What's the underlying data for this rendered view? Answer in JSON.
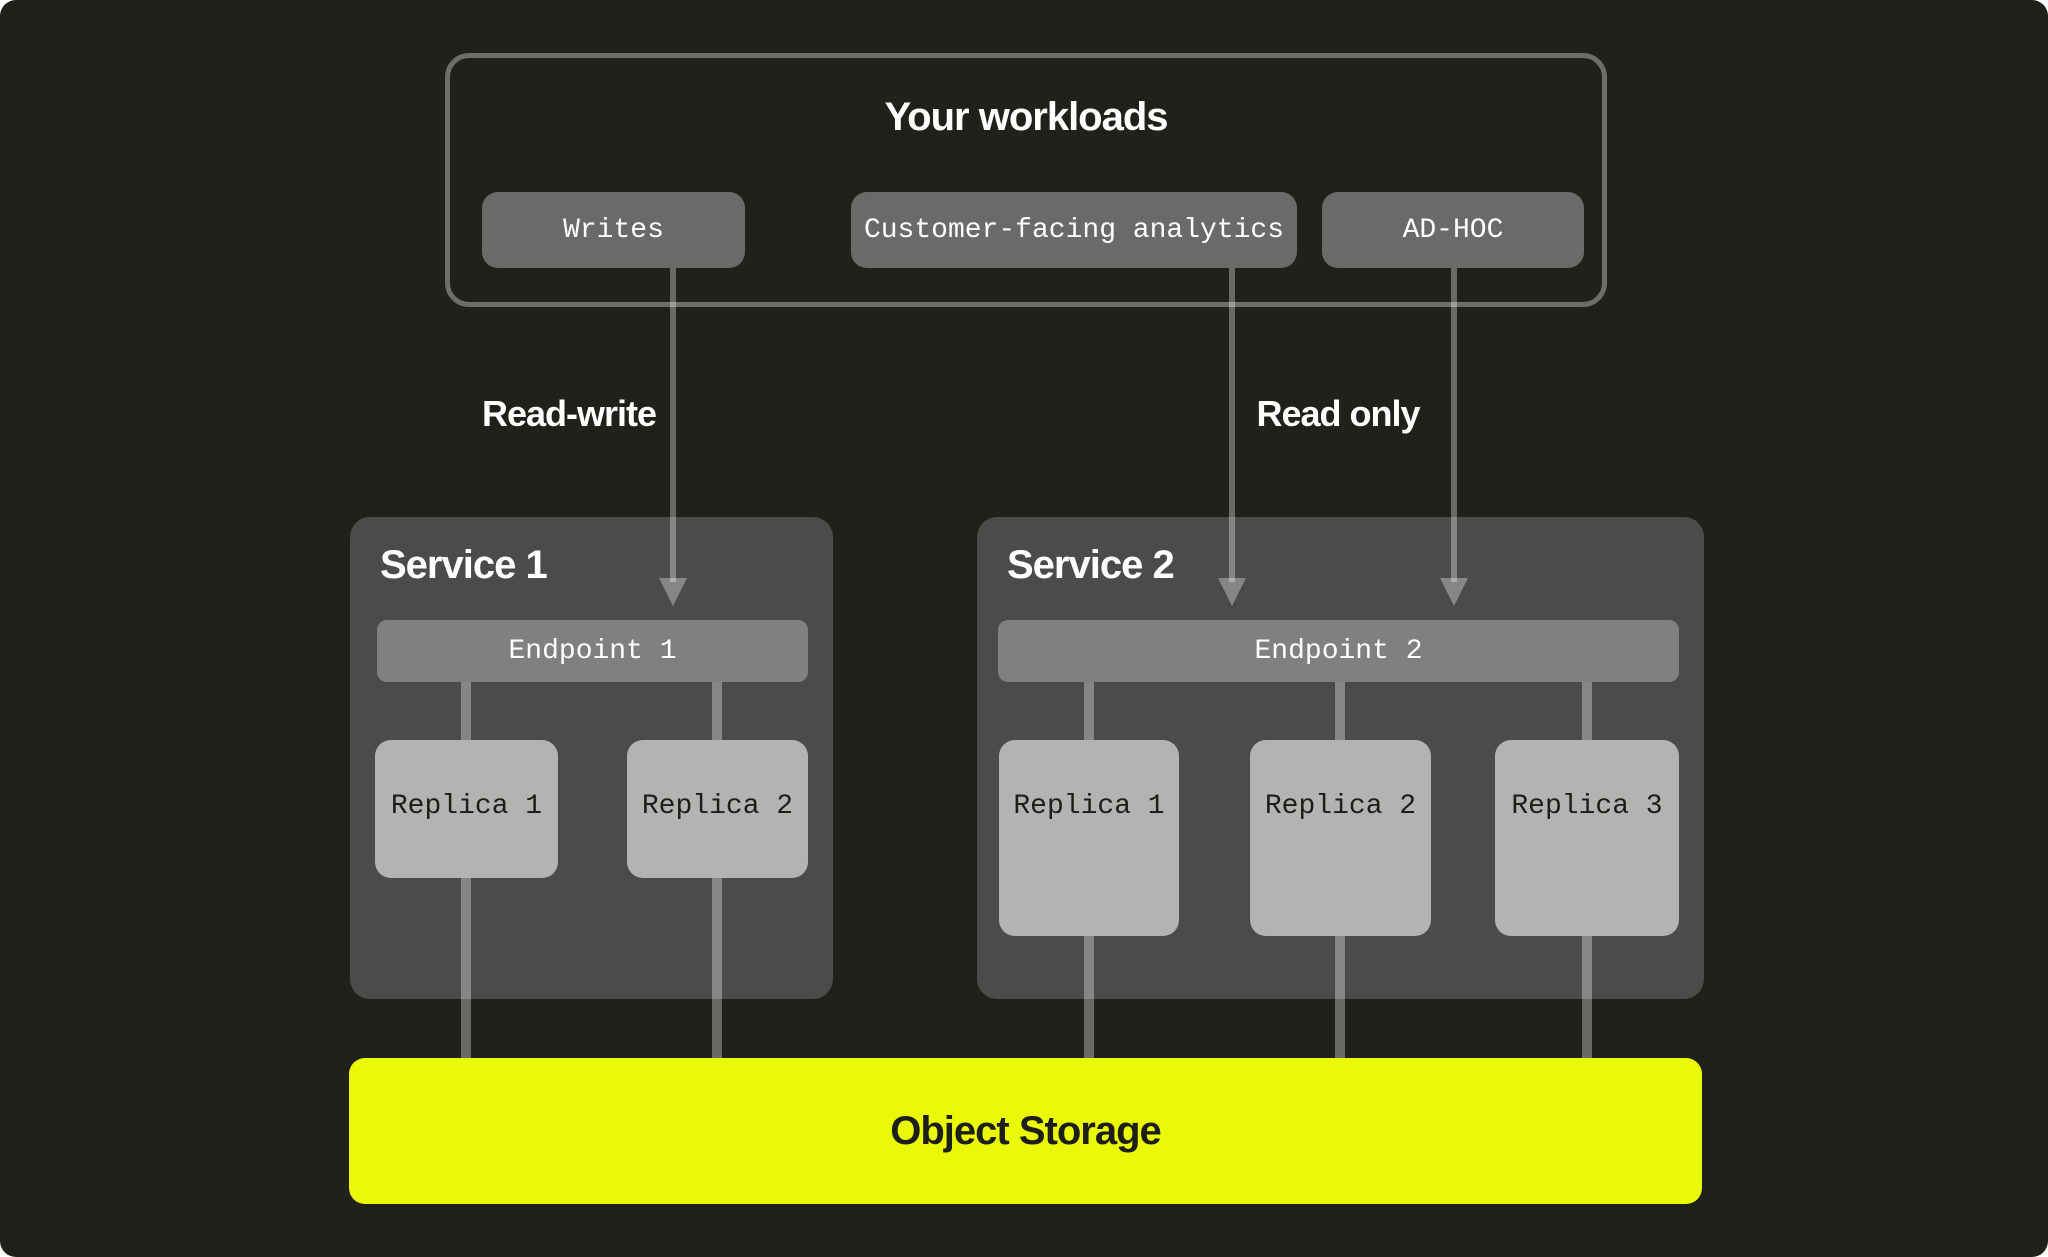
{
  "workloads": {
    "title": "Your workloads",
    "items": [
      {
        "label": "Writes"
      },
      {
        "label": "Customer-facing analytics"
      },
      {
        "label": "AD-HOC"
      }
    ]
  },
  "edges": {
    "read_write": "Read-write",
    "read_only": "Read only"
  },
  "services": [
    {
      "title": "Service 1",
      "endpoint": "Endpoint 1",
      "replicas": [
        "Replica 1",
        "Replica 2"
      ]
    },
    {
      "title": "Service 2",
      "endpoint": "Endpoint 2",
      "replicas": [
        "Replica 1",
        "Replica 2",
        "Replica 3"
      ]
    }
  ],
  "storage": {
    "label": "Object Storage"
  },
  "colors": {
    "bg": "#20211b",
    "panel": "#4b4b4a",
    "panel-border": "#6d6d6c",
    "chip": "#6a6a69",
    "bar": "#80807f",
    "replica": "#b3b3b1",
    "accent": "#e9f908",
    "line": "rgba(255,255,255,0.33)",
    "text-light": "#ffffff",
    "text-dark": "#1d1e18"
  }
}
